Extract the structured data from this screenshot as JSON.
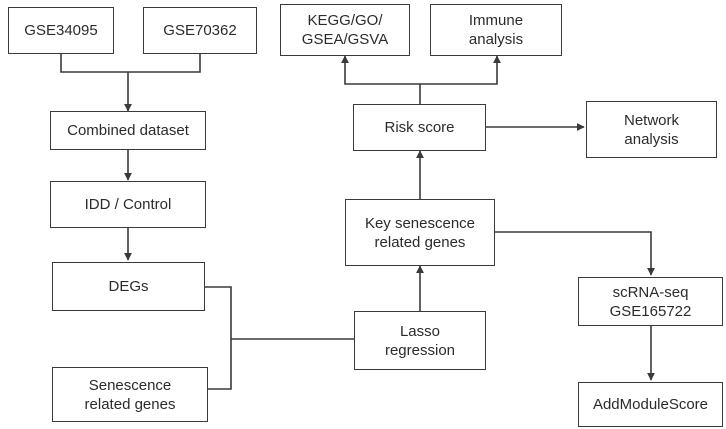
{
  "nodes": {
    "gse34095": "GSE34095",
    "gse70362": "GSE70362",
    "combined": "Combined dataset",
    "idd_control": "IDD / Control",
    "degs": "DEGs",
    "senescence_genes": "Senescence\nrelated genes",
    "lasso": "Lasso\nregression",
    "key_genes": "Key senescence\nrelated genes",
    "risk_score": "Risk score",
    "enrichment": "KEGG/GO/\nGSEA/GSVA",
    "immune": "Immune\nanalysis",
    "network": "Network\nanalysis",
    "scrna": "scRNA-seq\nGSE165722",
    "addmodule": "AddModuleScore"
  },
  "colors": {
    "stroke": "#3a3a3a",
    "text": "#2b2b2b",
    "background": "#ffffff"
  }
}
